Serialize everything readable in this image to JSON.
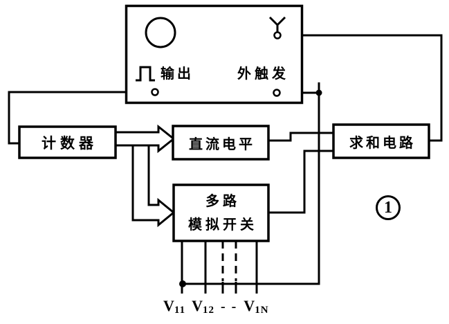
{
  "figure": {
    "badge_number": "1"
  },
  "generator": {
    "output_label": "输出",
    "ext_trigger_label": "外触发"
  },
  "blocks": {
    "counter": "计数器",
    "dc_level": "直流电平",
    "summing": "求和电路",
    "mux_line1": "多路",
    "mux_line2": "模拟开关"
  },
  "channels": [
    {
      "base": "V",
      "sub": "11"
    },
    {
      "base": "V",
      "sub": "12"
    },
    {
      "sep": "- -"
    },
    {
      "base": "V",
      "sub": "1N"
    }
  ],
  "icons": {
    "pulse": "pulse-waveform-icon",
    "probe": "antenna-probe-icon",
    "knob": "knob-circle-icon"
  },
  "colors": {
    "ink": "#000000",
    "paper": "#ffffff"
  }
}
